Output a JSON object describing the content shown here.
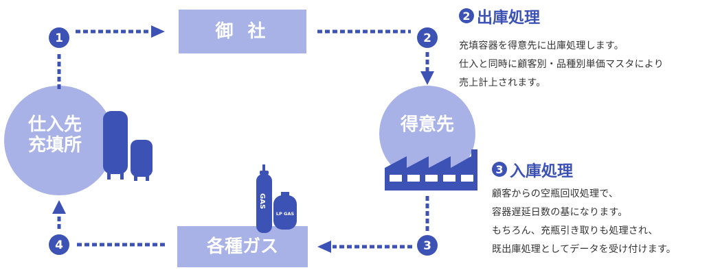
{
  "nodes": {
    "company": "御 社",
    "customer": "得意先",
    "supplier_line1": "仕入先",
    "supplier_line2": "充填所",
    "gases": "各種ガス"
  },
  "steps": {
    "s1": "1",
    "s2": "2",
    "s3": "3",
    "s4": "4"
  },
  "cylinders": {
    "gas_label": "GAS",
    "lp_gas_label": "LP GAS"
  },
  "panel_outbound": {
    "number": "2",
    "title": "出庫処理",
    "lines": [
      "充填容器を得意先に出庫処理します。",
      "仕入と同時に顧客別・品種別単価マスタにより",
      "売上計上されます。"
    ]
  },
  "panel_inbound": {
    "number": "3",
    "title": "入庫処理",
    "lines": [
      "顧客からの空瓶回収処理で、",
      "容器遅延日数の基になります。",
      "もちろん、充瓶引き取りも処理され、",
      "既出庫処理としてデータを受け付けます。"
    ]
  },
  "colors": {
    "primary": "#3d52b5",
    "node_fill": "#a9b2e6",
    "white": "#ffffff",
    "text": "#333333"
  }
}
